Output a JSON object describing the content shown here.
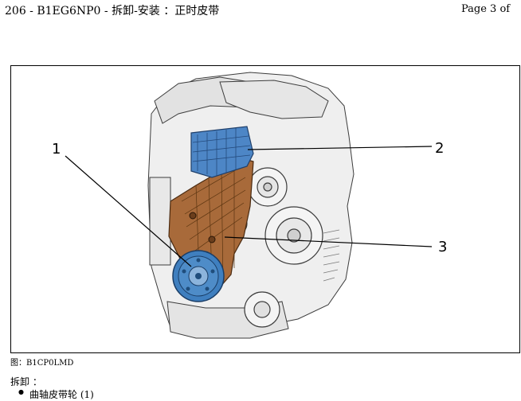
{
  "header": {
    "title": "206 - B1EG6NP0 - 拆卸-安装 ：正时皮带",
    "page": "Page 3 of"
  },
  "figure": {
    "callouts": [
      "1",
      "2",
      "3"
    ],
    "caption": "图：B1CP0LMD"
  },
  "section": {
    "heading": "拆卸 ：",
    "items": [
      "曲轴皮带轮 (1)"
    ]
  },
  "colors": {
    "crank_pulley": "#3f7fbf",
    "upper_cover": "#4d86c6",
    "lower_cover": "#a86a3a",
    "outline": "#3c3c3c"
  }
}
